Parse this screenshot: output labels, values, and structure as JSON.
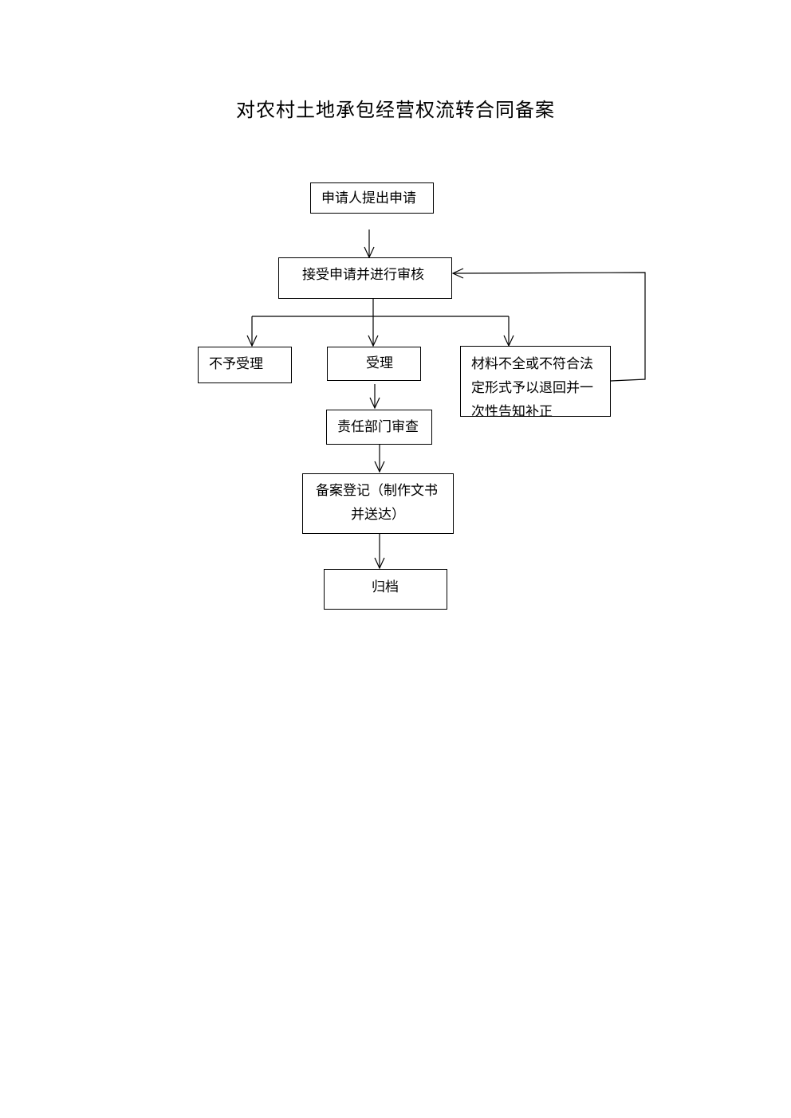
{
  "title": "对农村土地承包经营权流转合同备案",
  "steps": {
    "apply": "申请人提出申请",
    "review": "接受申请并进行审核",
    "reject": "不予受理",
    "accept": "受理",
    "return_line1": "材料不全或不符合法",
    "return_line2": "定形式予以退回并一",
    "return_line3": "次性告知补正",
    "dept_review": "责任部门审查",
    "register_line1": "备案登记（制作文书",
    "register_line2": "并送达）",
    "archive": "归档"
  }
}
